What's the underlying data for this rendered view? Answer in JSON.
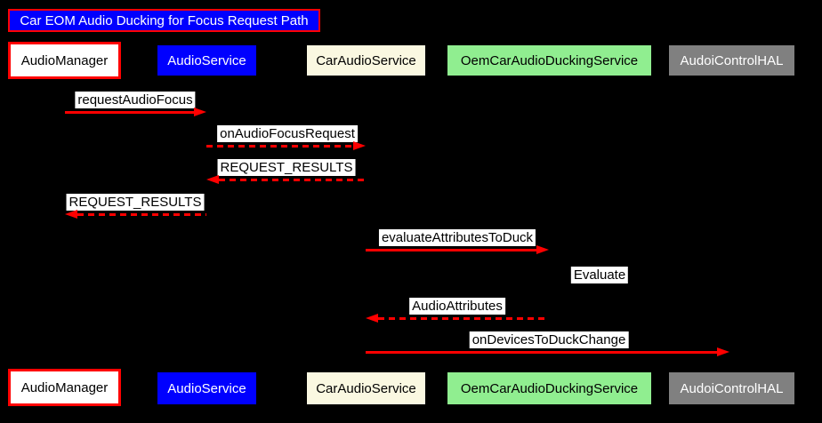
{
  "title": "Car EOM Audio Ducking for Focus Request Path",
  "colors": {
    "background": "#000000",
    "arrow": "#FF0000",
    "title_bg": "#0000FF",
    "title_border": "#FF0000",
    "title_text": "#FFFFFF",
    "message_label_bg": "#FFFFFF",
    "message_label_text": "#000000"
  },
  "participants": [
    {
      "name": "AudioManager",
      "fill": "#FFFFFF",
      "text_color": "#000000",
      "border": "#FF0000"
    },
    {
      "name": "AudioService",
      "fill": "#0000FF",
      "text_color": "#FFFFFF",
      "border": ""
    },
    {
      "name": "CarAudioService",
      "fill": "#FAF8E1",
      "text_color": "#000000",
      "border": ""
    },
    {
      "name": "OemCarAudioDuckingService",
      "fill": "#90EE90",
      "text_color": "#000000",
      "border": ""
    },
    {
      "name": "AudoiControlHAL",
      "fill": "#808080",
      "text_color": "#FFFFFF",
      "border": ""
    }
  ],
  "messages": [
    {
      "label": "requestAudioFocus",
      "from": "AudioManager",
      "to": "AudioService",
      "line": "solid",
      "direction": "right"
    },
    {
      "label": "onAudioFocusRequest",
      "from": "AudioService",
      "to": "CarAudioService",
      "line": "dashed",
      "direction": "right"
    },
    {
      "label": "REQUEST_RESULTS",
      "from": "CarAudioService",
      "to": "AudioService",
      "line": "dashed",
      "direction": "left"
    },
    {
      "label": "REQUEST_RESULTS",
      "from": "AudioService",
      "to": "AudioManager",
      "line": "dashed",
      "direction": "left"
    },
    {
      "label": "evaluateAttributesToDuck",
      "from": "CarAudioService",
      "to": "OemCarAudioDuckingService",
      "line": "solid",
      "direction": "right"
    },
    {
      "label": "Evaluate",
      "from": "OemCarAudioDuckingService",
      "to": "OemCarAudioDuckingService",
      "line": "none",
      "direction": "self"
    },
    {
      "label": "AudioAttributes",
      "from": "OemCarAudioDuckingService",
      "to": "CarAudioService",
      "line": "dashed",
      "direction": "left"
    },
    {
      "label": "onDevicesToDuckChange",
      "from": "CarAudioService",
      "to": "AudoiControlHAL",
      "line": "solid",
      "direction": "right"
    }
  ]
}
